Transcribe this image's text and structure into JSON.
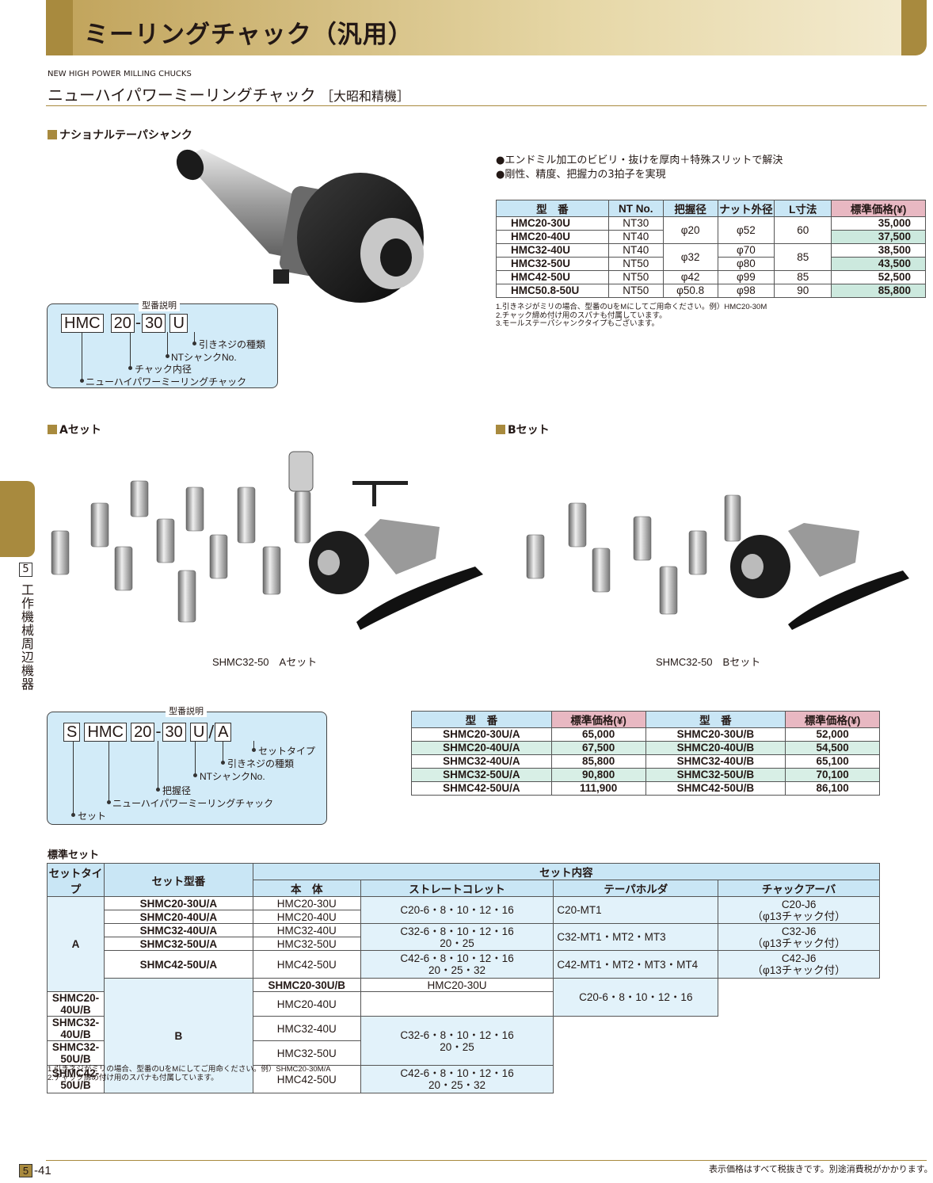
{
  "header": {
    "title": "ミーリングチャック（汎用）",
    "subtitle_en": "NEW HIGH POWER MILLING CHUCKS",
    "subtitle_jp": "ニューハイパワーミーリングチャック",
    "brand": "［大昭和精機］"
  },
  "section_nt": {
    "title": "ナショナルテーパシャンク"
  },
  "bullets": [
    "●エンドミル加工のビビリ・抜けを厚肉＋特殊スリットで解決",
    "●剛性、精度、把握力の3拍子を実現"
  ],
  "table1": {
    "headers": [
      "型　番",
      "NT No.",
      "把握径",
      "ナット外径",
      "L寸法",
      "標準価格(¥)"
    ],
    "rows": [
      {
        "model": "HMC20-30U",
        "nt": "NT30",
        "grip": "φ20",
        "nut": "φ52",
        "l": "60",
        "price": "35,000"
      },
      {
        "model": "HMC20-40U",
        "nt": "NT40",
        "price": "37,500"
      },
      {
        "model": "HMC32-40U",
        "nt": "NT40",
        "grip": "φ32",
        "nut": "φ70",
        "l": "85",
        "price": "38,500"
      },
      {
        "model": "HMC32-50U",
        "nt": "NT50",
        "nut": "φ80",
        "price": "43,500"
      },
      {
        "model": "HMC42-50U",
        "nt": "NT50",
        "grip": "φ42",
        "nut": "φ99",
        "l": "85",
        "price": "52,500"
      },
      {
        "model": "HMC50.8-50U",
        "nt": "NT50",
        "grip": "φ50.8",
        "nut": "φ98",
        "l": "90",
        "price": "85,800"
      }
    ]
  },
  "notes1": [
    "1.引きネジがミリの場合、型番のUをMにしてご用命ください。例）HMC20-30M",
    "2.チャック締め付け用のスパナも付属しています。",
    "3.モールステーパシャンクタイプもございます。"
  ],
  "model_box1": {
    "caption": "型番説明",
    "parts": [
      "HMC",
      "20",
      "30",
      "U"
    ],
    "labels": [
      "引きネジの種類",
      "NTシャンクNo.",
      "チャック内径",
      "ニューハイパワーミーリングチャック"
    ]
  },
  "section_a": {
    "title": "Aセット",
    "caption": "SHMC32-50　Aセット"
  },
  "section_b": {
    "title": "Bセット",
    "caption": "SHMC32-50　Bセット"
  },
  "model_box2": {
    "caption": "型番説明",
    "parts": [
      "S",
      "HMC",
      "20",
      "30",
      "U",
      "A"
    ],
    "labels": [
      "セットタイプ",
      "引きネジの種類",
      "NTシャンクNo.",
      "把握径",
      "ニューハイパワーミーリングチャック",
      "セット"
    ]
  },
  "table2": {
    "headers": [
      "型　番",
      "標準価格(¥)",
      "型　番",
      "標準価格(¥)"
    ],
    "rows": [
      [
        "SHMC20-30U/A",
        "65,000",
        "SHMC20-30U/B",
        "52,000"
      ],
      [
        "SHMC20-40U/A",
        "67,500",
        "SHMC20-40U/B",
        "54,500"
      ],
      [
        "SHMC32-40U/A",
        "85,800",
        "SHMC32-40U/B",
        "65,100"
      ],
      [
        "SHMC32-50U/A",
        "90,800",
        "SHMC32-50U/B",
        "70,100"
      ],
      [
        "SHMC42-50U/A",
        "111,900",
        "SHMC42-50U/B",
        "86,100"
      ]
    ]
  },
  "table3": {
    "title": "標準セット",
    "h_type": "セットタイプ",
    "h_model": "セット型番",
    "h_content": "セット内容",
    "h_body": "本　体",
    "h_collet": "ストレートコレット",
    "h_holder": "テーパホルダ",
    "h_arbor": "チャックアーバ",
    "type_a": "A",
    "type_b": "B",
    "a_models": [
      "SHMC20-30U/A",
      "SHMC20-40U/A",
      "SHMC32-40U/A",
      "SHMC32-50U/A",
      "SHMC42-50U/A"
    ],
    "b_models": [
      "SHMC20-30U/B",
      "SHMC20-40U/B",
      "SHMC32-40U/B",
      "SHMC32-50U/B",
      "SHMC42-50U/B"
    ],
    "bodies": [
      "HMC20-30U",
      "HMC20-40U",
      "HMC32-40U",
      "HMC32-50U",
      "HMC42-50U"
    ],
    "collets": [
      [
        "C20-6・8・10・12・16"
      ],
      [
        "C32-6・8・10・12・16",
        "20・25"
      ],
      [
        "C42-6・8・10・12・16",
        "20・25・32"
      ]
    ],
    "holders": [
      "C20-MT1",
      "C32-MT1・MT2・MT3",
      "C42-MT1・MT2・MT3・MT4"
    ],
    "arbors": [
      [
        "C20-J6",
        "（φ13チャック付）"
      ],
      [
        "C32-J6",
        "（φ13チャック付）"
      ],
      [
        "C42-J6",
        "（φ13チャック付）"
      ]
    ]
  },
  "notes2": [
    "1.引きネジがミリの場合、型番のUをMにしてご用命ください。例）SHMC20-30M/A",
    "2.チャック締め付け用のスパナも付属しています。"
  ],
  "side": {
    "number": "5",
    "text": "工作機械周辺機器"
  },
  "footer": {
    "section": "5",
    "page": "-41",
    "tax_note": "表示価格はすべて税抜きです。別途消費税がかかります。"
  },
  "colors": {
    "gold": "#a88a3e",
    "table_header": "#c9e6f5",
    "price_header": "#e8b8c2",
    "row_tint": "#cce9de",
    "box_bg": "#d2ebf8"
  }
}
